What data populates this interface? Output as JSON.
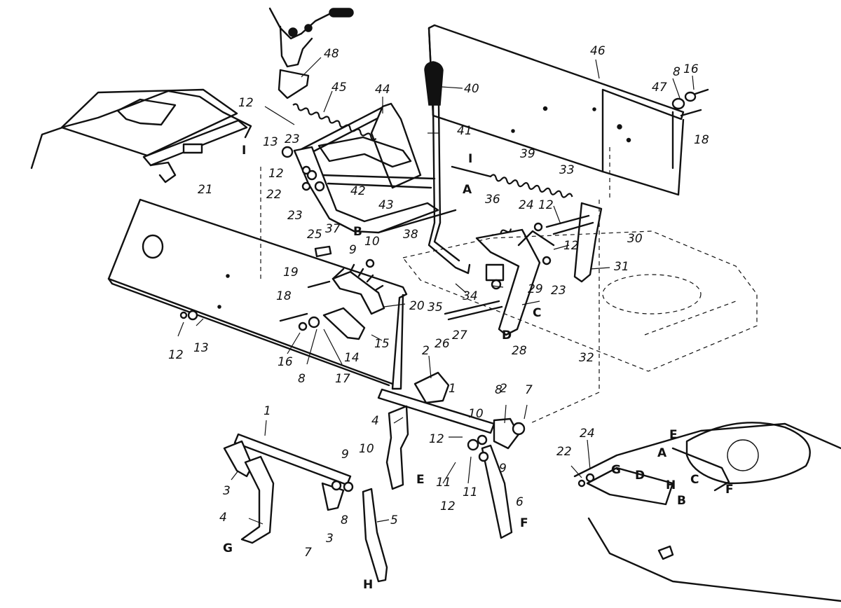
{
  "callouts": [
    {
      "id": "48",
      "text": "48"
    },
    {
      "id": "45",
      "text": "45"
    },
    {
      "id": "44",
      "text": "44"
    },
    {
      "id": "40",
      "text": "40"
    },
    {
      "id": "46",
      "text": "46"
    },
    {
      "id": "8a",
      "text": "8"
    },
    {
      "id": "16a",
      "text": "16"
    },
    {
      "id": "47",
      "text": "47"
    },
    {
      "id": "18a",
      "text": "18"
    },
    {
      "id": "41",
      "text": "41"
    },
    {
      "id": "12a",
      "text": "12"
    },
    {
      "id": "13a",
      "text": "13"
    },
    {
      "id": "23a",
      "text": "23"
    },
    {
      "id": "12b",
      "text": "12"
    },
    {
      "id": "22a",
      "text": "22"
    },
    {
      "id": "23b",
      "text": "23"
    },
    {
      "id": "42",
      "text": "42"
    },
    {
      "id": "43",
      "text": "43"
    },
    {
      "id": "37",
      "text": "37"
    },
    {
      "id": "38",
      "text": "38"
    },
    {
      "id": "39",
      "text": "39"
    },
    {
      "id": "33",
      "text": "33"
    },
    {
      "id": "36",
      "text": "36"
    },
    {
      "id": "24a",
      "text": "24"
    },
    {
      "id": "12c",
      "text": "12"
    },
    {
      "id": "30",
      "text": "30"
    },
    {
      "id": "12d",
      "text": "12"
    },
    {
      "id": "31",
      "text": "31"
    },
    {
      "id": "21",
      "text": "21"
    },
    {
      "id": "25",
      "text": "25"
    },
    {
      "id": "9a",
      "text": "9"
    },
    {
      "id": "10a",
      "text": "10"
    },
    {
      "id": "19",
      "text": "19"
    },
    {
      "id": "20",
      "text": "20"
    },
    {
      "id": "35",
      "text": "35"
    },
    {
      "id": "34",
      "text": "34"
    },
    {
      "id": "29",
      "text": "29"
    },
    {
      "id": "23c",
      "text": "23"
    },
    {
      "id": "18b",
      "text": "18"
    },
    {
      "id": "26",
      "text": "26"
    },
    {
      "id": "27",
      "text": "27"
    },
    {
      "id": "28",
      "text": "28"
    },
    {
      "id": "32",
      "text": "32"
    },
    {
      "id": "15",
      "text": "15"
    },
    {
      "id": "14",
      "text": "14"
    },
    {
      "id": "16b",
      "text": "16"
    },
    {
      "id": "8b",
      "text": "8"
    },
    {
      "id": "17",
      "text": "17"
    },
    {
      "id": "12e",
      "text": "12"
    },
    {
      "id": "13b",
      "text": "13"
    },
    {
      "id": "2a",
      "text": "2"
    },
    {
      "id": "1a",
      "text": "1"
    },
    {
      "id": "8c",
      "text": "8"
    },
    {
      "id": "2b",
      "text": "2"
    },
    {
      "id": "7a",
      "text": "7"
    },
    {
      "id": "4a",
      "text": "4"
    },
    {
      "id": "10b",
      "text": "10"
    },
    {
      "id": "12f",
      "text": "12"
    },
    {
      "id": "9b",
      "text": "9"
    },
    {
      "id": "11a",
      "text": "11"
    },
    {
      "id": "11b",
      "text": "11"
    },
    {
      "id": "12g",
      "text": "12"
    },
    {
      "id": "6",
      "text": "6"
    },
    {
      "id": "1b",
      "text": "1"
    },
    {
      "id": "9c",
      "text": "9"
    },
    {
      "id": "10c",
      "text": "10"
    },
    {
      "id": "3a",
      "text": "3"
    },
    {
      "id": "4b",
      "text": "4"
    },
    {
      "id": "8d",
      "text": "8"
    },
    {
      "id": "3b",
      "text": "3"
    },
    {
      "id": "7b",
      "text": "7"
    },
    {
      "id": "5",
      "text": "5"
    },
    {
      "id": "22b",
      "text": "22"
    },
    {
      "id": "24b",
      "text": "24"
    }
  ],
  "letter_tags": [
    {
      "id": "I1",
      "text": "I"
    },
    {
      "id": "I2",
      "text": "I"
    },
    {
      "id": "A1",
      "text": "A"
    },
    {
      "id": "B1",
      "text": "B"
    },
    {
      "id": "C1",
      "text": "C"
    },
    {
      "id": "D1",
      "text": "D"
    },
    {
      "id": "E1",
      "text": "E"
    },
    {
      "id": "F1",
      "text": "F"
    },
    {
      "id": "G1",
      "text": "G"
    },
    {
      "id": "H1",
      "text": "H"
    },
    {
      "id": "E2",
      "text": "E"
    },
    {
      "id": "A2",
      "text": "A"
    },
    {
      "id": "G2",
      "text": "G"
    },
    {
      "id": "D2",
      "text": "D"
    },
    {
      "id": "C2",
      "text": "C"
    },
    {
      "id": "F2",
      "text": "F"
    },
    {
      "id": "B2",
      "text": "B"
    },
    {
      "id": "H2",
      "text": "H"
    }
  ]
}
